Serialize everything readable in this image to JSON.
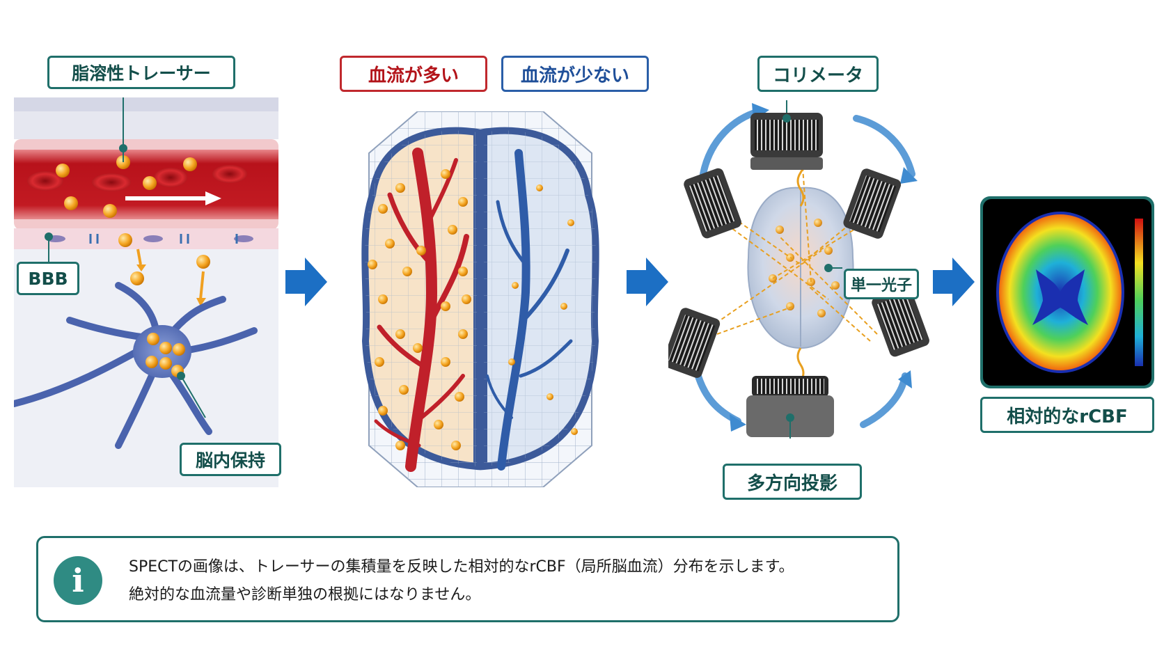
{
  "labels": {
    "tracer": "脂溶性トレーサー",
    "bbb": "BBB",
    "retention": "脳内保持",
    "high_flow": "血流が多い",
    "low_flow": "血流が少ない",
    "collimator": "コリメータ",
    "single_photon": "単一光子",
    "multi_projection": "多方向投影",
    "relative_rcbf": "相対的なrCBF"
  },
  "info": {
    "line1": "SPECTの画像は、トレーサーの集積量を反映した相対的なrCBF（局所脳血流）分布を示します。",
    "line2": "絶対的な血流量や診断単独の根拠にはなりません。"
  },
  "icons": {
    "info": "info-icon",
    "flow_arrow": "arrow-right-icon"
  },
  "colors": {
    "teal": "#1f6f6a",
    "red": "#c0282d",
    "blue": "#2a5ea8",
    "arrow": "#1c6fc4",
    "tracer": "#f5a623"
  }
}
